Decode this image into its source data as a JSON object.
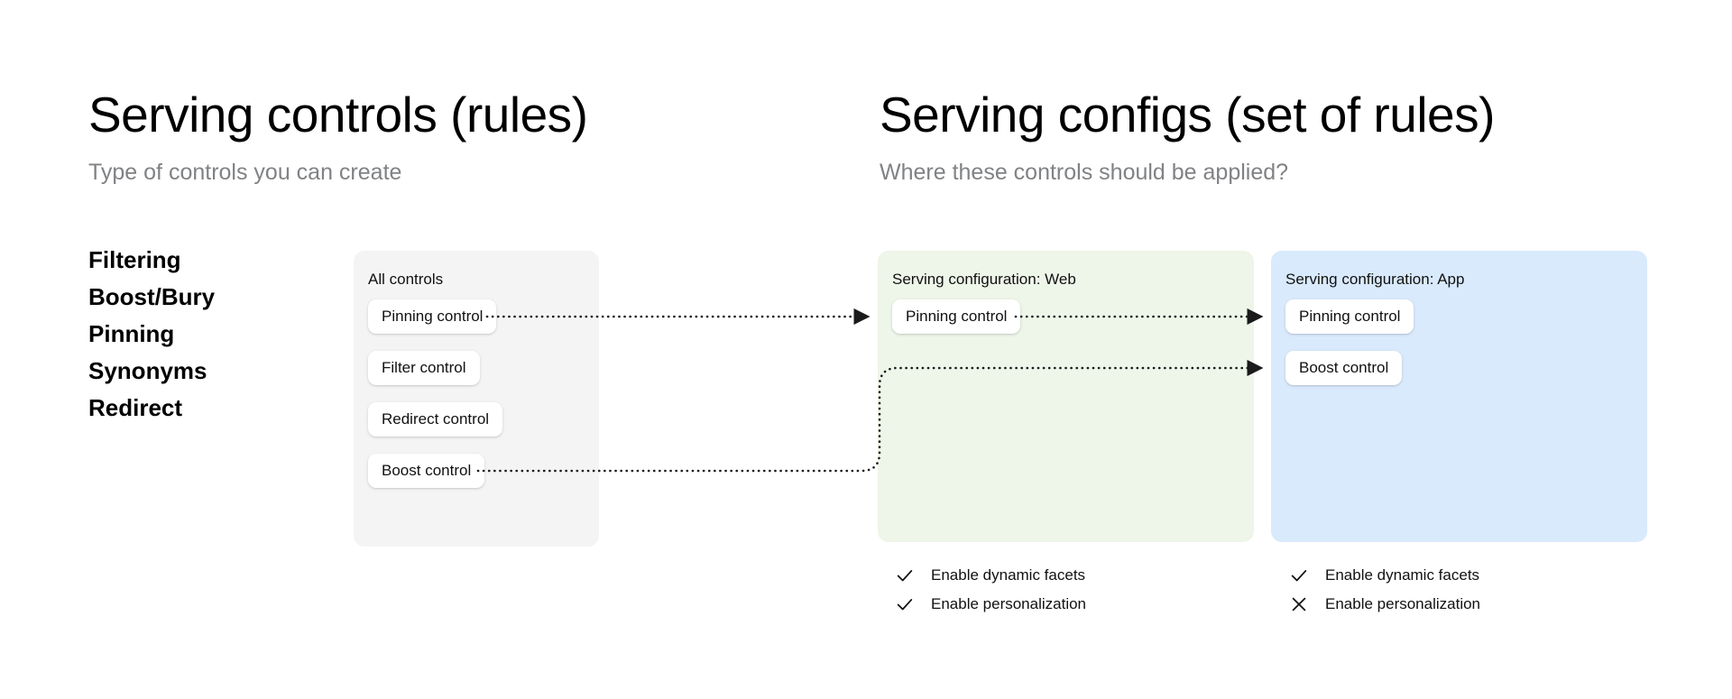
{
  "left_column": {
    "title": "Serving controls (rules)",
    "subtitle": "Type of controls you can create",
    "control_types": [
      "Filtering",
      "Boost/Bury",
      "Pinning",
      "Synonyms",
      "Redirect"
    ]
  },
  "right_column": {
    "title": "Serving configs (set of rules)",
    "subtitle": "Where these controls should be applied?"
  },
  "cards": {
    "all_controls": {
      "label": "All controls",
      "background": "#f4f4f4",
      "chips": [
        {
          "label": "Pinning control"
        },
        {
          "label": "Filter control"
        },
        {
          "label": "Redirect control"
        },
        {
          "label": "Boost control"
        }
      ]
    },
    "serving_config_web": {
      "label": "Serving configuration: Web",
      "background": "#eef5e9",
      "chips": [
        {
          "label": "Pinning control"
        }
      ],
      "options": [
        {
          "icon": "check-icon",
          "label": "Enable dynamic facets",
          "enabled": true
        },
        {
          "icon": "check-icon",
          "label": "Enable personalization",
          "enabled": true
        }
      ]
    },
    "serving_config_app": {
      "label": "Serving configuration: App",
      "background": "#d9eafc",
      "chips": [
        {
          "label": "Pinning control"
        },
        {
          "label": "Boost control"
        }
      ],
      "options": [
        {
          "icon": "check-icon",
          "label": "Enable dynamic facets",
          "enabled": true
        },
        {
          "icon": "cross-icon",
          "label": "Enable personalization",
          "enabled": false
        }
      ]
    }
  },
  "connectors": {
    "style": "dotted-arrow",
    "color": "#1a1a1a",
    "links": [
      {
        "from": "all-controls.pinning-control",
        "to": "web.pinning-control"
      },
      {
        "from": "web.pinning-control",
        "to": "app.pinning-control"
      },
      {
        "from": "all-controls.boost-control",
        "to": "app.boost-control"
      }
    ]
  }
}
